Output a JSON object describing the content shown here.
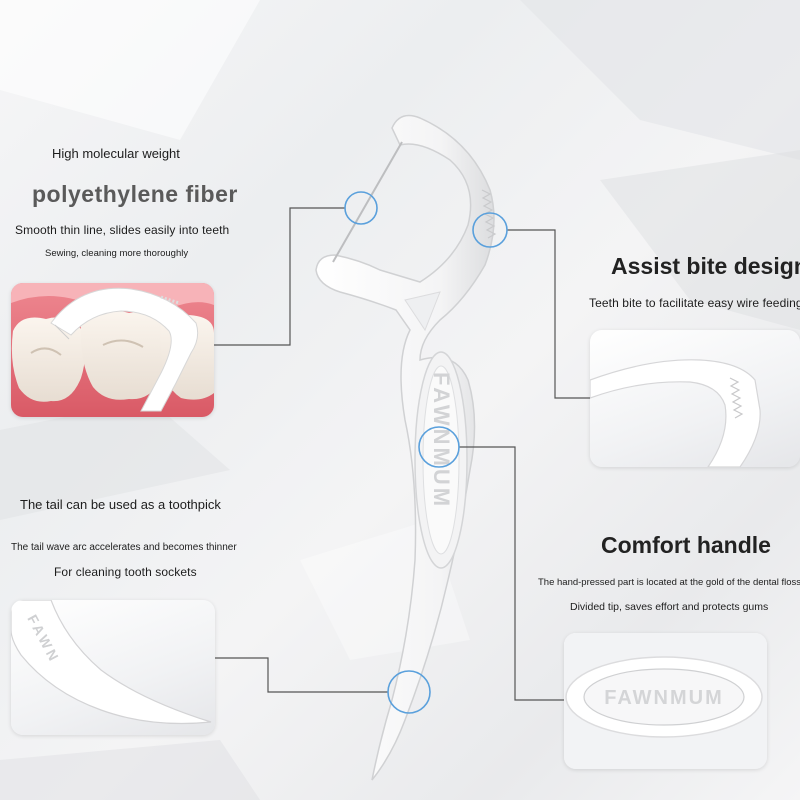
{
  "left_top": {
    "heading_line1": "High molecular weight",
    "heading_line2": "polyethylene fiber",
    "desc_line1": "Smooth thin line, slides easily into teeth",
    "desc_line2": "Sewing, cleaning more thoroughly"
  },
  "right_top": {
    "heading": "Assist bite design",
    "desc": "Teeth bite to facilitate easy wire feeding"
  },
  "left_bottom": {
    "heading": "The tail can be used as a toothpick",
    "desc_line1": "The tail wave arc accelerates and becomes thinner",
    "desc_line2": "For cleaning tooth sockets"
  },
  "right_bottom": {
    "heading": "Comfort handle",
    "desc_line1": "The hand-pressed part is located at the gold of the dental floss",
    "desc_line2": "Divided tip, saves effort and protects gums"
  },
  "brand": {
    "handle_text": "FAWNMUM",
    "card_text": "FAWNMUM",
    "tail_text": "FAWN"
  },
  "colors": {
    "callout_ring": "#5aa0dc",
    "leader_line": "#555555",
    "gum": "#e56a73",
    "product_white": "#ffffff"
  }
}
